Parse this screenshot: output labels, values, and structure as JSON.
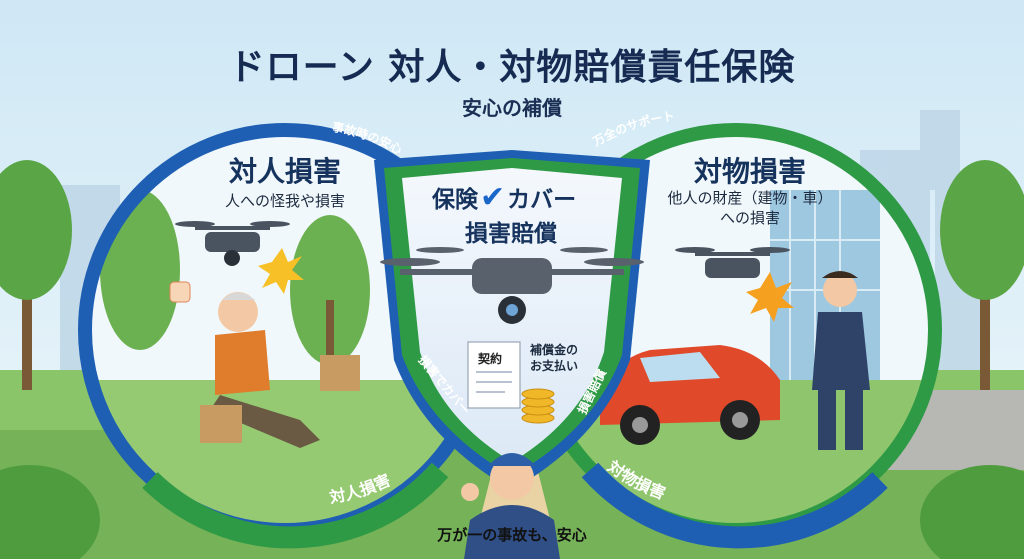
{
  "title": "ドローン 対人・対物賠償責任保険",
  "subtitle": "安心の補償",
  "left_panel": {
    "heading": "対人損害",
    "description": "人への怪我や損害",
    "arc_top": "事故時の安心",
    "arc_bottom": "対人損害"
  },
  "right_panel": {
    "heading": "対物損害",
    "description": [
      "他人の財産（建物・車）",
      "への損害"
    ],
    "arc_top": "万全のサポート",
    "arc_bottom": "対物損害"
  },
  "shield": {
    "line1_left": "保険",
    "check": "✔",
    "line1_right": "カバー",
    "line2": "損害賠償",
    "left_band": "損害でカバー",
    "right_band": "損害賠償",
    "contract": "契約",
    "payout": [
      "補償金の",
      "お支払い"
    ]
  },
  "caption": "万が一の事故も、安心",
  "colors": {
    "blue_ring": "#1e5fb4",
    "green_ring": "#2f9a45",
    "title": "#152b52",
    "sky": "#cfe8f5",
    "car": "#e04a2a"
  }
}
